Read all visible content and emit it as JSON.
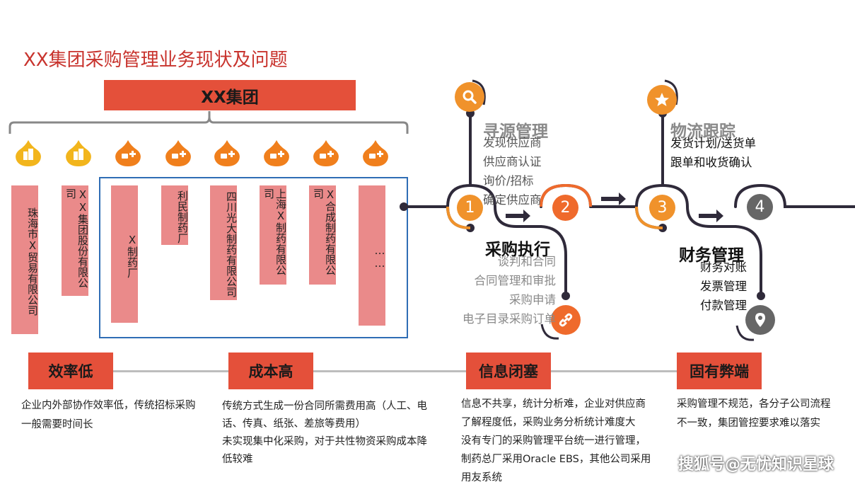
{
  "title": "XX集团采购管理业务现状及问题",
  "group_name": "XX集团",
  "companies": [
    {
      "name": "珠海市X贸易有限公司",
      "icon": "building-icon"
    },
    {
      "name": "XX集团股份有限公司",
      "icon": "building-icon"
    },
    {
      "name": "X制药厂",
      "icon": "medical-icon"
    },
    {
      "name": "利民制药厂",
      "icon": "medical-icon"
    },
    {
      "name": "四川光大制药有限公司",
      "icon": "medical-icon"
    },
    {
      "name": "上海X制药有限公司",
      "icon": "medical-icon"
    },
    {
      "name": "X合成制药有限公司",
      "icon": "medical-icon"
    },
    {
      "name": "……",
      "icon": "medical-icon"
    }
  ],
  "flow": {
    "steps": [
      {
        "number": "1",
        "color": "#f0922b"
      },
      {
        "number": "2",
        "color": "#ef6a2c"
      },
      {
        "number": "3",
        "color": "#f0922b"
      },
      {
        "number": "4",
        "color": "#666666"
      }
    ],
    "sourcing": {
      "title": "寻源管理",
      "items": [
        "发现供应商",
        "供应商认证",
        "询价/招标",
        "确定供应商"
      ],
      "icon": "search-icon"
    },
    "execution": {
      "title": "采购执行",
      "items": [
        "谈判和合同",
        "合同管理和审批",
        "采购申请",
        "电子目录采购订单"
      ],
      "icon": "link-icon"
    },
    "logistics": {
      "title": "物流跟踪",
      "items": [
        "发货计划/送货单",
        "跟单和收货确认"
      ],
      "icon": "star-icon"
    },
    "finance": {
      "title": "财务管理",
      "items": [
        "财务对账",
        "发票管理",
        "付款管理"
      ],
      "icon": "location-pin-icon"
    }
  },
  "problems": [
    {
      "label": "效率低",
      "desc": [
        "企业内外部协作效率低，传统招标采购",
        "一般需要时间长"
      ]
    },
    {
      "label": "成本高",
      "desc": [
        "传统方式生成一份合同所需费用高（人工、电",
        "话、传真、纸张、差旅等费用）",
        "未实现集中化采购，对于共性物资采购成本降",
        "低较难"
      ]
    },
    {
      "label": "信息闭塞",
      "desc": [
        "信息不共享，统计分析难，企业对供应商",
        "了解程度低，采购业务分析统计难度大",
        "没有专门的采购管理平台统一进行管理，",
        "制药总厂采用Oracle EBS，其他公司采用",
        "用友系统"
      ]
    },
    {
      "label": "固有弊端",
      "desc": [
        "采购管理不规范，各分子公司流程",
        "不一致，集团管控要求难以落实"
      ]
    }
  ],
  "watermark": "搜狐号@无忧知识星球",
  "colors": {
    "accent": "#e4503a",
    "title": "#c8332d",
    "company_bar": "#ea8a8a",
    "box_border": "#2f6db5",
    "line": "#2f2a3a"
  }
}
